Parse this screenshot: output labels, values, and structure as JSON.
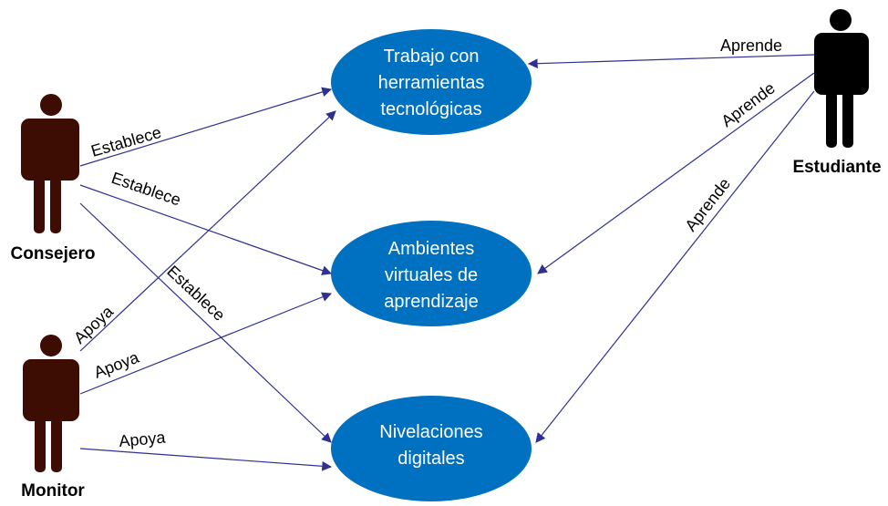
{
  "colors": {
    "actor": "#3D0C02",
    "usecase": "#0070C0",
    "edge": "#2E3192"
  },
  "actors": {
    "consejero": "Consejero",
    "monitor": "Monitor",
    "estudiante": "Estudiante"
  },
  "usecases": {
    "trabajo": [
      "Trabajo con",
      "herramientas",
      "tecnológicas"
    ],
    "ambientes": [
      "Ambientes",
      "virtuales de",
      "aprendizaje"
    ],
    "nivelaciones": [
      "Nivelaciones",
      "digitales"
    ]
  },
  "edges": {
    "establece": "Establece",
    "apoya": "Apoya",
    "aprende": "Aprende"
  }
}
